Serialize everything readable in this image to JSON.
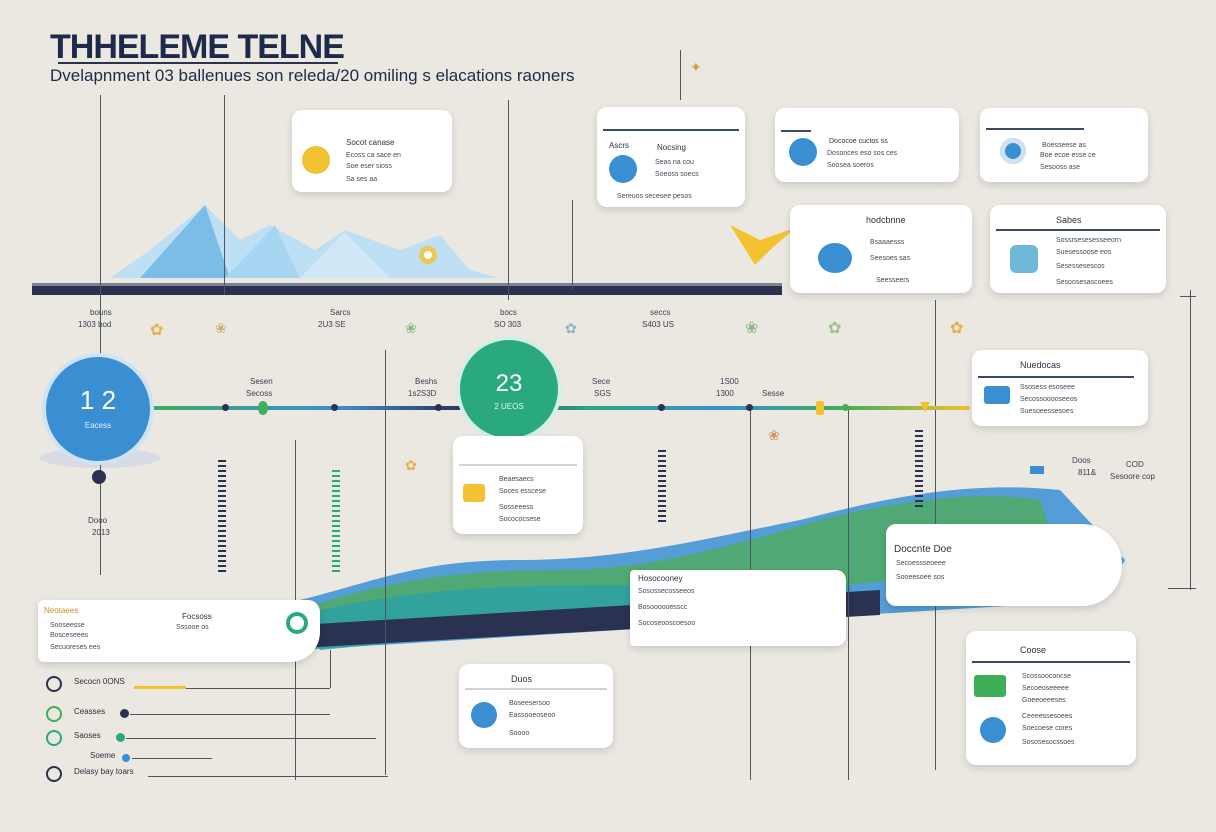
{
  "header": {
    "title": "THHELEME TELNE",
    "subtitle": "Dvelapnment 03 ballenues son releda/20 omiling s elacations raoners"
  },
  "colors": {
    "navy": "#2b3150",
    "blue": "#3a8fd3",
    "teal": "#2aa97f",
    "green": "#3fae58",
    "yellow": "#f2c230",
    "sky": "#9fd0ef",
    "bg": "#ebe8e2"
  },
  "milestones": {
    "first": {
      "number": "1 2",
      "caption": "Eacess"
    },
    "second": {
      "number": "23",
      "caption": "2 UEOS"
    }
  },
  "top_labels": [
    {
      "a": "bouns",
      "b": "1303 bod"
    },
    {
      "a": "Sarcs",
      "b": "2U3 SE"
    },
    {
      "a": "bocs",
      "b": "SO 303"
    },
    {
      "a": "seccs",
      "b": "S403 US"
    }
  ],
  "tick_labels": [
    {
      "a": "Sesen",
      "b": "Secoss"
    },
    {
      "a": "Beshs",
      "b": "1s2S3D"
    },
    {
      "a": "Sece",
      "b": "SGS"
    },
    {
      "a": "1S00",
      "b": "1300"
    },
    {
      "a": "Sesse",
      "b": ""
    }
  ],
  "left_note": {
    "a": "Dooo",
    "b": "2013"
  },
  "right_note": {
    "a": "Doos",
    "b": "811&",
    "c": "COD",
    "d": "Sesoore cop"
  },
  "cards": {
    "c1": {
      "title": "Socot canase",
      "lines": [
        "Ecoss ca sace en",
        "Soe eser sioss",
        "Sa ses aa"
      ]
    },
    "c2": {
      "title": "Nocsing",
      "sub": "Ascrs",
      "lines": [
        "Seas na cou",
        "Soeoss soecs",
        "Sereuos secesee pesos"
      ]
    },
    "c3": {
      "title": "Dococoe cuctos ss",
      "lines": [
        "Dosonces eso sos ces",
        "Soosea soeros"
      ]
    },
    "c4": {
      "title": "Boesseese as",
      "lines": [
        "Boe ecoe esse ce",
        "Sesooss ase"
      ]
    },
    "c5": {
      "title": "hodcbnne",
      "lines": [
        "Bsaaaesss",
        "Seesoes sas",
        "Seesseers"
      ]
    },
    "c6": {
      "title": "Sabes",
      "lines": [
        "Sossrsesesesseeorn",
        "Suesessoose eos",
        "Sesessesescos",
        "Sesoosesascoees"
      ]
    },
    "c7": {
      "title": "Nuedocas",
      "lines": [
        "Ssosess esoseee",
        "Secossooooseeos",
        "Suesoeessesoes"
      ]
    },
    "c8": {
      "title": "Beaesaecs",
      "lines": [
        "Soces esscese",
        "Sosseeess",
        "Socococsese"
      ]
    },
    "c9": {
      "title": "Doccnte Doe",
      "lines": [
        "Secoessseoeee",
        "Sooeesoee sos"
      ]
    },
    "c10": {
      "title": "Hosocooney",
      "lines": [
        "Sosossecosseeos",
        "Bosoooooesscc",
        "Socoseooscoesoo"
      ]
    },
    "c11": {
      "title": "Neotaees",
      "sub": "Focsoss",
      "lines": [
        "Sooseesse",
        "Bosceseees",
        "Secuoreses ees",
        "Sssooe os"
      ]
    },
    "c12": {
      "title": "Duos",
      "lines": [
        "Boseesersoo",
        "Eassooeoseoo",
        "Soooo"
      ]
    },
    "c13": {
      "title": "Coose",
      "lines": [
        "Scossooconcse",
        "Secoeoseeeee",
        "Goeeoeeeses",
        "Ceeeessesoees",
        "Soecoese cores",
        "Sososesocssoes"
      ]
    }
  },
  "legend": [
    {
      "label": "Secocn 0ONS",
      "color": "#f2c230"
    },
    {
      "label": "Ceasses",
      "color": "#3fae58"
    },
    {
      "label": "Saoses",
      "color": "#2aa97f"
    },
    {
      "label": "Soeme",
      "color": "#3a8fd3"
    },
    {
      "label": "Delasy bay toars",
      "color": "#2b3150"
    }
  ]
}
